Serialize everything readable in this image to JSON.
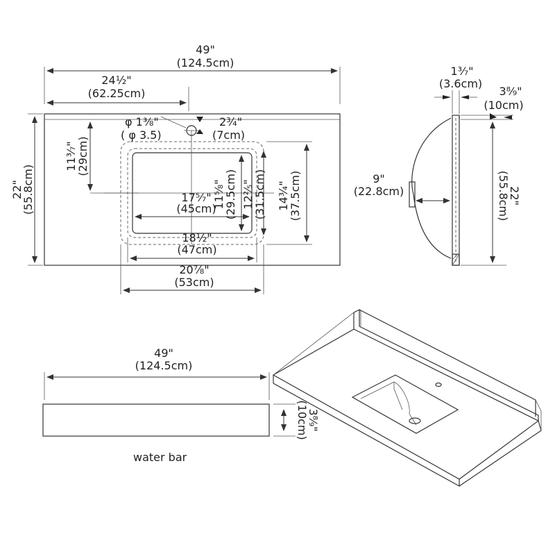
{
  "top_view": {
    "overall_width": {
      "in": "49\"",
      "cm": "(124.5cm)"
    },
    "faucet_center": {
      "in": "24½\"",
      "cm": "(62.25cm)"
    },
    "faucet_hole": {
      "in": "φ 1⅜\"",
      "cm": "( φ 3.5)"
    },
    "hole_setback": {
      "in": "2¾\"",
      "cm": "(7cm)"
    },
    "depth": {
      "in": "22\"",
      "cm": "(55.8cm)"
    },
    "sink_center_depth": {
      "in": "11³⁄₇\"",
      "cm": "(29cm)"
    },
    "bowl_inner_width": {
      "in": "17⁵⁄₇\"",
      "cm": "(45cm)"
    },
    "bowl_inner_depth": {
      "in": "11⅝\"",
      "cm": "(29.5cm)"
    },
    "bowl_outer_depth": {
      "in": "12²⁄₅\"",
      "cm": "(31.5cm)"
    },
    "cutout_depth": {
      "in": "14¾\"",
      "cm": "(37.5cm)"
    },
    "bowl_outer_width": {
      "in": "18½\"",
      "cm": "(47cm)"
    },
    "cutout_width": {
      "in": "20⅞\"",
      "cm": "(53cm)"
    }
  },
  "side_view": {
    "top_thickness": {
      "in": "1³⁄₇\"",
      "cm": "(3.6cm)"
    },
    "backsplash": {
      "in": "3⁸⁄₉\"",
      "cm": "(10cm)"
    },
    "bowl_depth": {
      "in": "9\"",
      "cm": "(22.8cm)"
    },
    "depth": {
      "in": "22\"",
      "cm": "(55.8cm)"
    }
  },
  "water_bar": {
    "width": {
      "in": "49\"",
      "cm": "(124.5cm)"
    },
    "height": {
      "in": "3⁸⁄₉\"",
      "cm": "(10cm)"
    },
    "caption": "water bar"
  }
}
